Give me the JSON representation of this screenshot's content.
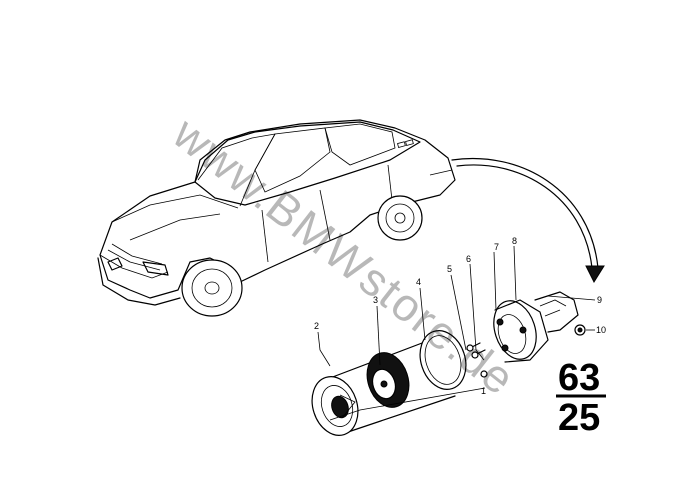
{
  "watermark": {
    "text": "www.BMWstore.de"
  },
  "callouts": {
    "c1": "1",
    "c2": "2",
    "c3": "3",
    "c4": "4",
    "c5": "5",
    "c6": "6",
    "c7": "7",
    "c8": "8",
    "c9": "9",
    "c10": "10"
  },
  "group_code": {
    "main": "63",
    "sub": "25"
  }
}
